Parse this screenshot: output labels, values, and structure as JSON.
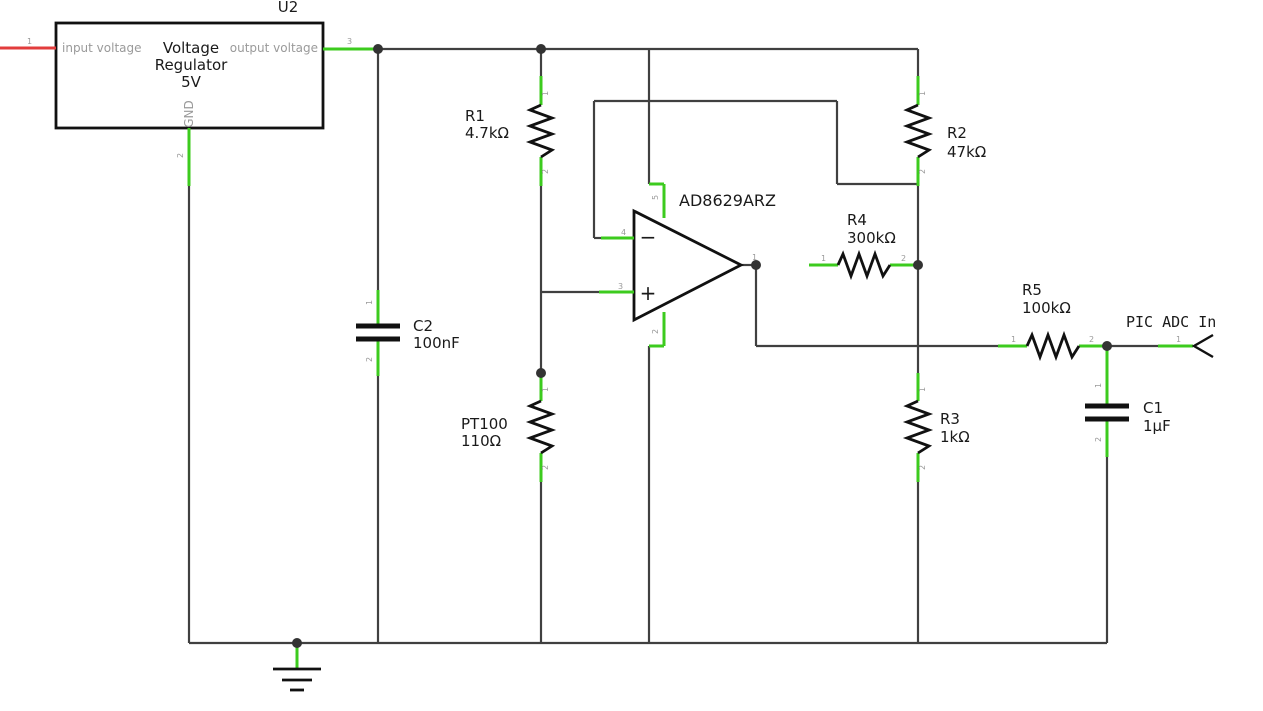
{
  "regulator": {
    "ref": "U2",
    "name_line1": "Voltage",
    "name_line2": "Regulator",
    "name_line3": "5V",
    "input_label": "input voltage",
    "output_label": "output voltage",
    "gnd_label": "GND",
    "pin_in": "1",
    "pin_out": "3",
    "pin_gnd": "2"
  },
  "opamp": {
    "ref": "AD8629ARZ",
    "minus_sign": "−",
    "plus_sign": "+",
    "pin_minus": "4",
    "pin_plus": "3",
    "pin_vplus": "5",
    "pin_vminus": "2",
    "pin_out": "1"
  },
  "r1": {
    "ref": "R1",
    "value": "4.7kΩ",
    "pin1": "1",
    "pin2": "2"
  },
  "r2": {
    "ref": "R2",
    "value": "47kΩ",
    "pin1": "1",
    "pin2": "2"
  },
  "r3": {
    "ref": "R3",
    "value": "1kΩ",
    "pin1": "1",
    "pin2": "2"
  },
  "r4": {
    "ref": "R4",
    "value": "300kΩ",
    "pin1": "1",
    "pin2": "2"
  },
  "r5": {
    "ref": "R5",
    "value": "100kΩ",
    "pin1": "1",
    "pin2": "2"
  },
  "pt100": {
    "ref": "PT100",
    "value": "110Ω",
    "pin1": "1",
    "pin2": "2"
  },
  "c1": {
    "ref": "C1",
    "value": "1µF",
    "pin1": "1",
    "pin2": "2"
  },
  "c2": {
    "ref": "C2",
    "value": "100nF",
    "pin1": "1",
    "pin2": "2"
  },
  "adc": {
    "label": "PIC ADC In",
    "pin": "1"
  },
  "colors": {
    "wire": "#404040",
    "pin": "#3ccb1e",
    "pin_unconnected": "#e23c3c",
    "body": "#111111"
  }
}
